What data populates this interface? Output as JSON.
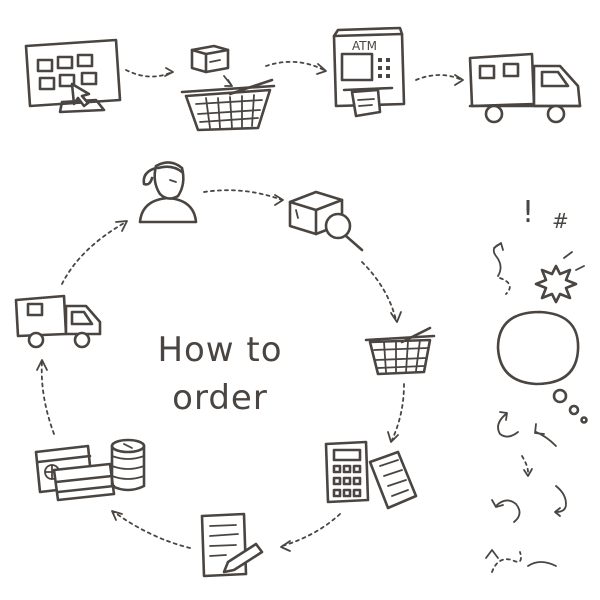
{
  "title": {
    "line1": "How to",
    "line2": "order"
  },
  "atm_label": "ATM",
  "symbols": {
    "exclamation": "!",
    "hash": "#"
  },
  "colors": {
    "ink": "#4a4541",
    "background": "#ffffff"
  },
  "icons": [
    "computer-screen-icon",
    "box-into-basket-icon",
    "atm-machine-icon",
    "delivery-truck-icon",
    "woman-customer-icon",
    "box-search-icon",
    "shopping-basket-icon",
    "calculator-receipt-icon",
    "order-form-pencil-icon",
    "card-cash-coins-icon",
    "delivery-truck-icon",
    "speech-bubble-icon",
    "burst-icon",
    "arrow-icons"
  ]
}
